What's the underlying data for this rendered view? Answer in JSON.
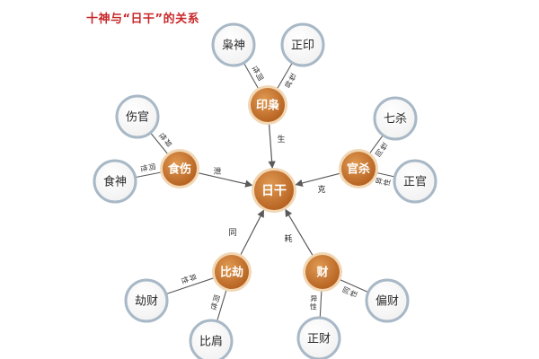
{
  "title": "十神与“日干”的关系",
  "colors": {
    "accent": "#c8282a",
    "hub_fill": "#c4702a",
    "hub_ring": "#f1d7b4",
    "leaf_ring": "#a8b8c6",
    "line": "#5a5a5a",
    "text": "#2a2a2a"
  },
  "center": {
    "label": "日干"
  },
  "groups": [
    {
      "id": "yin",
      "hub": "印枭",
      "relation": "生",
      "leaves": [
        {
          "label": "枭神",
          "edge": "同性"
        },
        {
          "label": "正印",
          "edge": "异性"
        }
      ]
    },
    {
      "id": "guan",
      "hub": "官杀",
      "relation": "克",
      "leaves": [
        {
          "label": "七杀",
          "edge": "同性"
        },
        {
          "label": "正官",
          "edge": "异性"
        }
      ]
    },
    {
      "id": "cai",
      "hub": "财",
      "relation": "耗",
      "leaves": [
        {
          "label": "偏财",
          "edge": "同性"
        },
        {
          "label": "正财",
          "edge": "异性"
        }
      ]
    },
    {
      "id": "bijie",
      "hub": "比劫",
      "relation": "同",
      "leaves": [
        {
          "label": "劫财",
          "edge": "异性"
        },
        {
          "label": "比肩",
          "edge": "同性"
        }
      ]
    },
    {
      "id": "shi",
      "hub": "食伤",
      "relation": "泄",
      "leaves": [
        {
          "label": "伤官",
          "edge": "异性"
        },
        {
          "label": "食神",
          "edge": "同性"
        }
      ]
    }
  ]
}
